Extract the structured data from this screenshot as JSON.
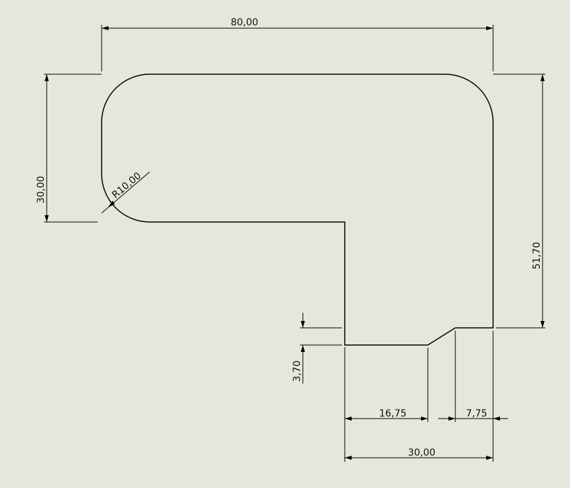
{
  "colors": {
    "background": "#e6e6dc",
    "line": "#000000",
    "text": "#111111"
  },
  "dimensions": {
    "top_width": "80,00",
    "left_height": "30,00",
    "fillet_radius": "R10,00",
    "right_height": "51,70",
    "step_height": "3,70",
    "lower_left_width": "16,75",
    "lower_right_width": "7,75",
    "bottom_width": "30,00"
  }
}
